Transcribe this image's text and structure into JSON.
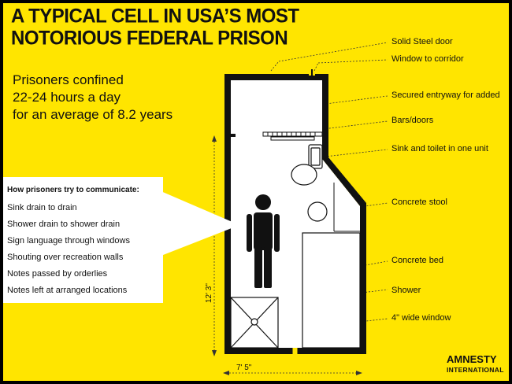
{
  "title": {
    "line1": "A TYPICAL CELL IN USA’S MOST",
    "line2": "NOTORIOUS FEDERAL PRISON"
  },
  "subtitle": {
    "line1": "Prisoners confined",
    "line2": "22-24 hours a day",
    "line3": "for an average of 8.2 years"
  },
  "labels": [
    "Solid Steel door",
    "Window to corridor",
    "Secured entryway for added",
    "Bars/doors",
    "Sink and toilet in one unit",
    "Concrete stool",
    "Concrete bed",
    "Shower",
    "4\" wide window"
  ],
  "communication": {
    "heading": "How prisoners try to communicate:",
    "items": [
      "Sink drain to drain",
      "Shower drain to shower drain",
      "Sign language through windows",
      "Shouting over recreation walls",
      "Notes passed by orderlies",
      "Notes left at arranged locations"
    ]
  },
  "dimensions": {
    "height": "12' 3\"",
    "width": "7' 5\""
  },
  "logo": {
    "line1": "AMNESTY",
    "line2": "INTERNATIONAL"
  },
  "colors": {
    "background": "#ffe500",
    "ink": "#111111",
    "box": "#ffffff"
  }
}
